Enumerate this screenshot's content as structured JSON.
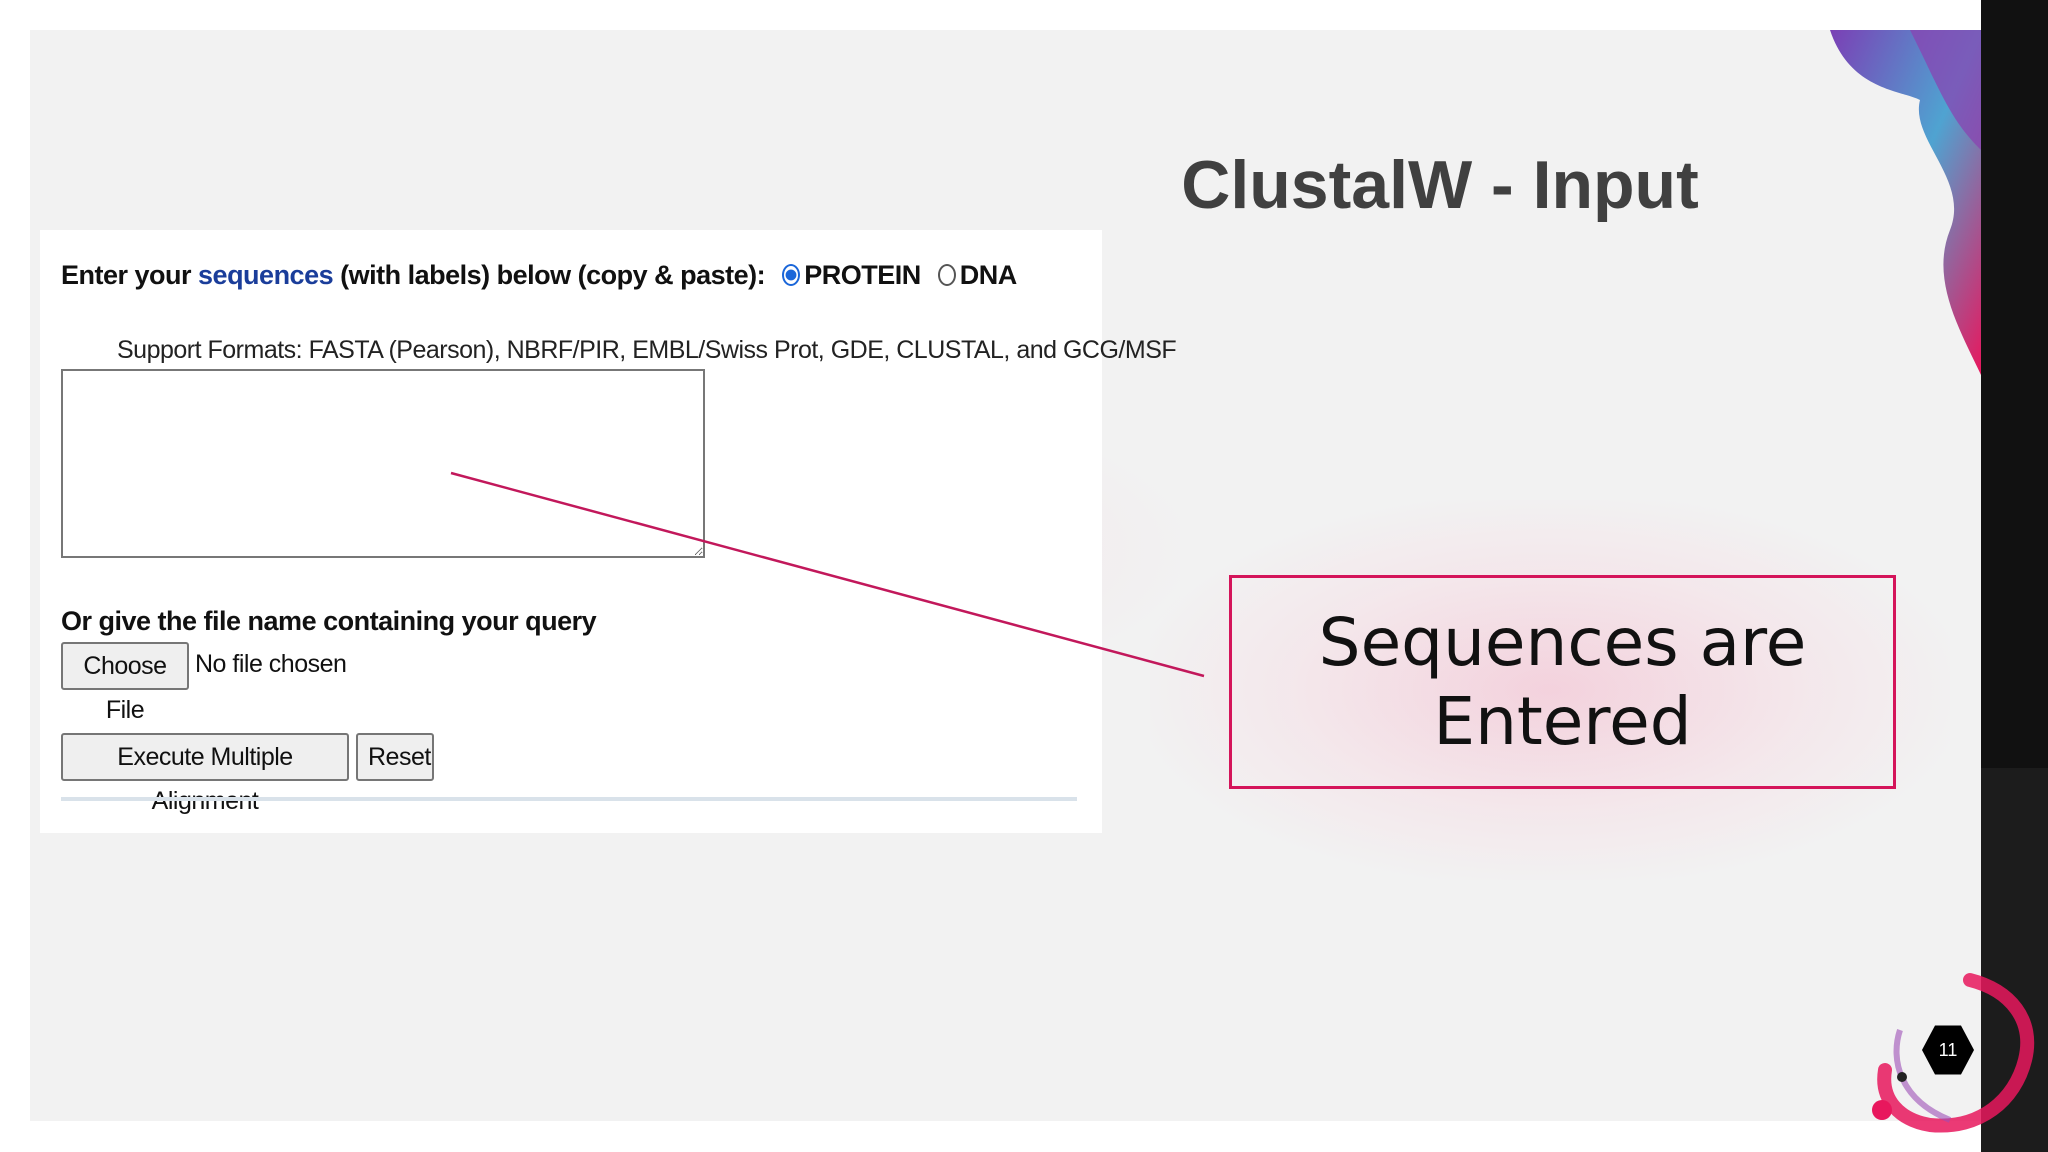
{
  "slide": {
    "title": "ClustalW - Input",
    "page_number": "11"
  },
  "form": {
    "enter_prefix": "Enter your ",
    "enter_link": "sequences",
    "enter_suffix": " (with labels) below (copy & paste):",
    "radio_protein": "PROTEIN",
    "radio_dna": "DNA",
    "selected_type": "PROTEIN",
    "support_formats": "Support Formats: FASTA (Pearson), NBRF/PIR, EMBL/Swiss Prot, GDE, CLUSTAL, and GCG/MSF",
    "textarea_value": "",
    "file_label": "Or give the file name containing your query",
    "choose_file_label": "Choose File",
    "no_file_text": "No file chosen",
    "execute_label": "Execute Multiple Alignment",
    "reset_label": "Reset"
  },
  "callout": {
    "line1": "Sequences are",
    "line2": "Entered",
    "border_color": "#d4145a"
  },
  "colors": {
    "link": "#1a3d9a",
    "accent": "#d4145a",
    "slide_bg": "#f2f2f2"
  }
}
